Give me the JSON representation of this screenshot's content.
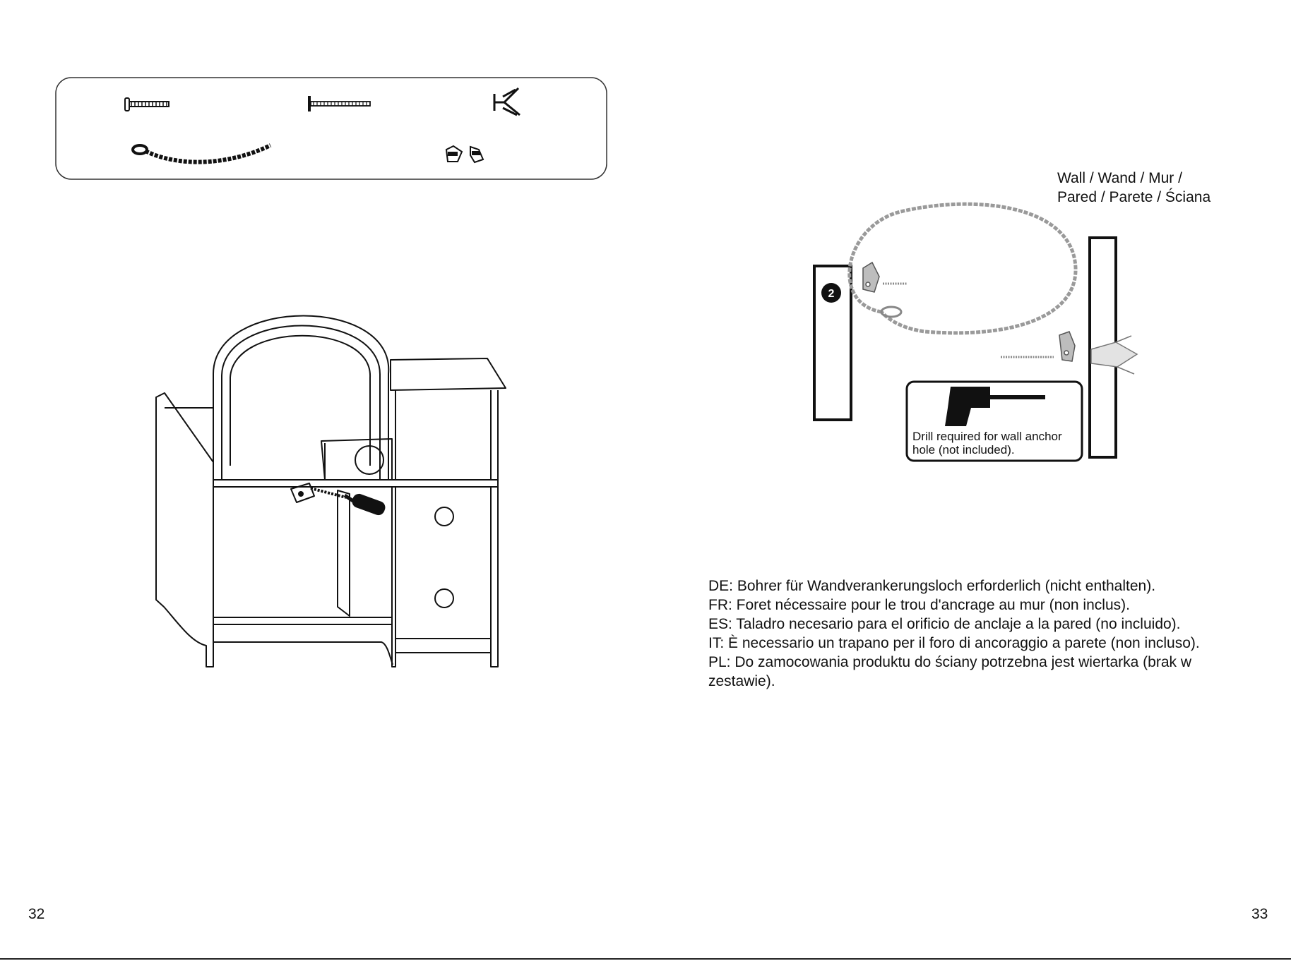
{
  "labels": {
    "wall": [
      "Wall / Wand / Mur /",
      "Pared / Parete / Ściana"
    ],
    "drill_note": "Drill required for wall anchor hole (not included).",
    "step_badge": "2"
  },
  "instructions": [
    {
      "lang": "DE",
      "text": "DE: Bohrer für Wandverankerungsloch erforderlich (nicht enthalten)."
    },
    {
      "lang": "FR",
      "text": "FR: Foret nécessaire pour le trou d'ancrage au mur (non inclus)."
    },
    {
      "lang": "ES",
      "text": "ES: Taladro necesario para el orificio de anclaje a la pared (no incluido)."
    },
    {
      "lang": "IT",
      "text": "IT: È necessario un trapano per il foro di ancoraggio a parete (non incluso)."
    },
    {
      "lang": "PL",
      "text": "PL: Do zamocowania produktu do ściany potrzebna jest wiertarka (brak w zestawie)."
    }
  ],
  "page_numbers": {
    "left": "32",
    "right": "33"
  },
  "hardware_items": [
    "screw-short-icon",
    "screw-long-icon",
    "wall-anchor-icon",
    "safety-strap-icon",
    "strap-bracket-icon"
  ],
  "colors": {
    "ink": "#111111",
    "strap_fill": "#bdbdbd",
    "paper": "#ffffff"
  }
}
